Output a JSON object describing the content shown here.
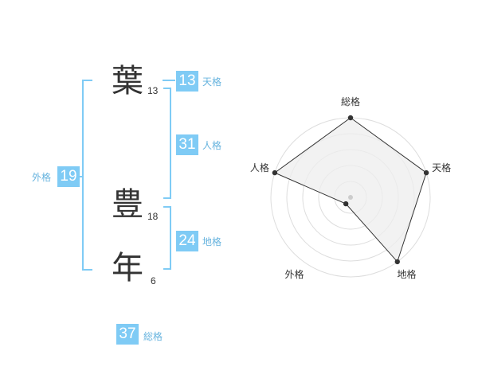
{
  "name": {
    "chars": [
      {
        "char": "葉",
        "strokes": "13"
      },
      {
        "char": "豊",
        "strokes": "18"
      },
      {
        "char": "年",
        "strokes": "6"
      }
    ]
  },
  "kaku": {
    "tenkaku": {
      "value": "13",
      "label": "天格"
    },
    "jinkaku": {
      "value": "31",
      "label": "人格"
    },
    "chikaku": {
      "value": "24",
      "label": "地格"
    },
    "gaikaku": {
      "value": "19",
      "label": "外格"
    },
    "soukaku": {
      "value": "37",
      "label": "総格"
    }
  },
  "colors": {
    "badge": "#7fcbf5",
    "badge_label": "#66b3de",
    "radar_fill": "#eeeeee",
    "ring": "#dddddd"
  },
  "chart_data": {
    "type": "radar",
    "axes": [
      "総格",
      "天格",
      "地格",
      "外格",
      "人格"
    ],
    "scale_max": 5,
    "values": [
      5,
      5,
      5,
      0.5,
      5
    ]
  }
}
